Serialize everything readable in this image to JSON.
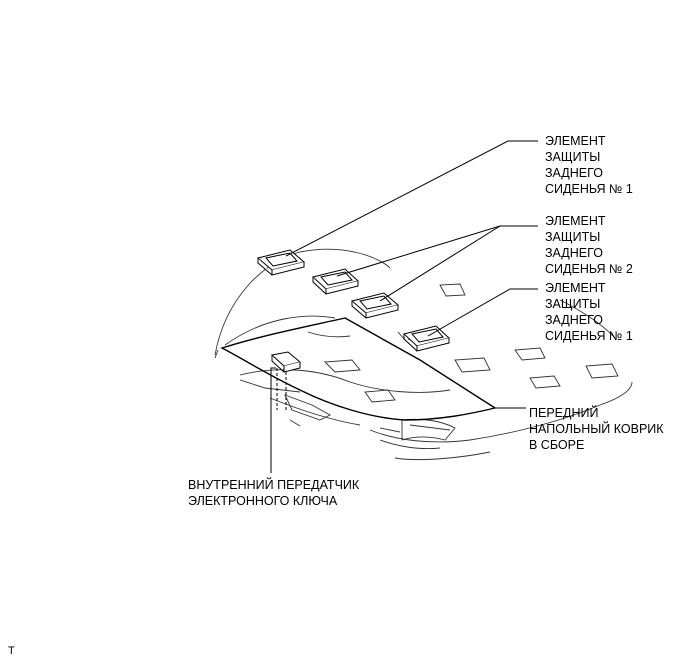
{
  "labels": {
    "rear_seat_protector_1_top": [
      "ЭЛЕМЕНТ",
      "ЗАЩИТЫ",
      "ЗАДНЕГО",
      "СИДЕНЬЯ № 1"
    ],
    "rear_seat_protector_2": [
      "ЭЛЕМЕНТ",
      "ЗАЩИТЫ",
      "ЗАДНЕГО",
      "СИДЕНЬЯ № 2"
    ],
    "rear_seat_protector_1_bottom": [
      "ЭЛЕМЕНТ",
      "ЗАЩИТЫ",
      "ЗАДНЕГО",
      "СИДЕНЬЯ № 1"
    ],
    "front_floor_mat": [
      "ПЕРЕДНИЙ",
      "НАПОЛЬНЫЙ КОВРИК",
      "В СБОРЕ"
    ],
    "key_transmitter": [
      "ВНУТРЕННИЙ ПЕРЕДАТЧИК",
      "ЭЛЕКТРОННОГО КЛЮЧА"
    ]
  },
  "corner_mark": "T"
}
